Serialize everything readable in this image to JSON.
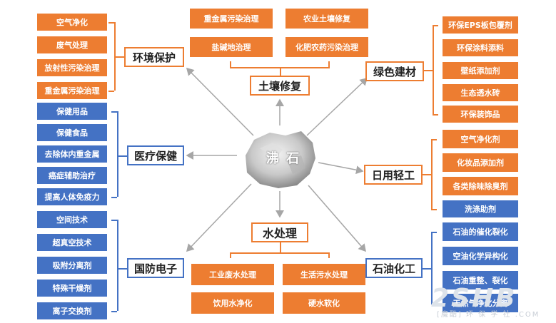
{
  "center": {
    "label": "沸 石"
  },
  "categories": {
    "env": "环境保护",
    "soil": "土壤修复",
    "green": "绿色建材",
    "health": "医疗保健",
    "daily": "日用轻工",
    "water": "水处理",
    "defense": "国防电子",
    "petro": "石油化工"
  },
  "env_items": [
    "空气净化",
    "废气处理",
    "放射性污染治理",
    "重金属污染治理"
  ],
  "soil_items": [
    "重金属污染治理",
    "农业土壤修复",
    "盐碱地治理",
    "化肥农药污染治理"
  ],
  "green_items": [
    "环保EPS板包覆剂",
    "环保涂料添料",
    "壁纸添加剂",
    "生态透水砖",
    "环保装饰品"
  ],
  "health_items": [
    "保健用品",
    "保健食品",
    "去除体内重金属",
    "癌症辅助治疗",
    "提高人体免疫力"
  ],
  "daily_items": [
    "空气净化剂",
    "化妆品添加剂",
    "各类除味除臭剂",
    "洗涤助剂"
  ],
  "water_items": [
    "工业废水处理",
    "生活污水处理",
    "饮用水净化",
    "硬水软化"
  ],
  "defense_items": [
    "空间技术",
    "超真空技术",
    "吸附分离剂",
    "特殊干燥剂",
    "离子交换剂"
  ],
  "petro_items": [
    "石油的催化裂化",
    "空油化学异构化",
    "石油重整、裂化",
    "天然气净化分离"
  ],
  "watermark": {
    "main": "2SHB",
    "sub": "[魔酷] 环 保 学 社 .COM"
  },
  "colors": {
    "orange": "#ed7d31",
    "blue": "#4472c4"
  }
}
